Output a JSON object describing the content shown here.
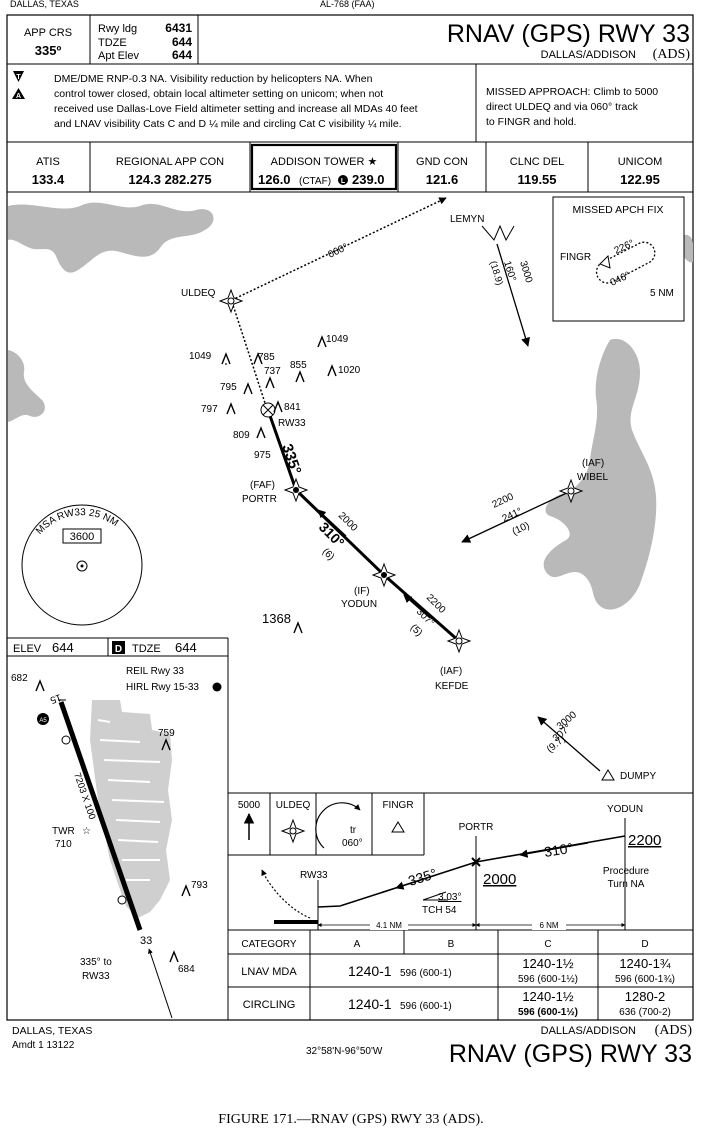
{
  "top": {
    "location": "DALLAS, TEXAS",
    "identifier": "AL-768 (FAA)"
  },
  "header": {
    "app_crs_label": "APP CRS",
    "app_crs_value": "335º",
    "rwy_ldg_label": "Rwy ldg",
    "rwy_ldg_value": "6431",
    "tdze_label": "TDZE",
    "tdze_value": "644",
    "apt_elev_label": "Apt Elev",
    "apt_elev_value": "644",
    "title": "RNAV (GPS) RWY 33",
    "subtitle_city": "DALLAS/ADDISON",
    "subtitle_ident": "(ADS)"
  },
  "notes": {
    "lines": [
      "DME/DME RNP-0.3 NA.  Visibility reduction by helicopters NA.  When",
      "control tower closed, obtain local altimeter setting on unicom; when not",
      "received use Dallas-Love Field altimeter setting and increase all MDAs 40 feet",
      "and LNAV visibility Cats C and D  ¼  mile and circling Cat C visibility  ¼  mile."
    ],
    "missed_approach": [
      "MISSED APPROACH:  Climb to 5000",
      "direct ULDEQ and via 060° track",
      "to FINGR and hold."
    ]
  },
  "comms": [
    {
      "label": "ATIS",
      "freq": "133.4"
    },
    {
      "label": "REGIONAL APP CON",
      "freq": "124.3  282.275"
    },
    {
      "label": "ADDISON TOWER ★",
      "freq": "126.0",
      "ctaf": "(CTAF)",
      "freq2": "239.0"
    },
    {
      "label": "GND CON",
      "freq": "121.6"
    },
    {
      "label": "CLNC DEL",
      "freq": "119.55"
    },
    {
      "label": "UNICOM",
      "freq": "122.95"
    }
  ],
  "planview": {
    "missed_apch_fix_title": "MISSED APCH FIX",
    "fingr": "FINGR",
    "hold_in": "226°",
    "hold_out": "046°",
    "hold_leg": "5 NM",
    "lemyn": "LEMYN",
    "lemyn_course": "160°",
    "lemyn_alt": "3000",
    "lemyn_dist": "(18.9)",
    "uldeq": "ULDEQ",
    "track_060": "060°",
    "wibel_iaf": "(IAF)",
    "wibel": "WIBEL",
    "wibel_alt": "2200",
    "wibel_course": "241°",
    "wibel_dist": "(10)",
    "portr_faf": "(FAF)",
    "portr": "PORTR",
    "yodun_if": "(IF)",
    "yodun": "YODUN",
    "kefde_iaf": "(IAF)",
    "kefde": "KEFDE",
    "seg_alt_2000": "2000",
    "seg_course_310": "310°",
    "seg_dist_6": "(6)",
    "seg_alt_2200": "2200",
    "seg_course_307": "307°",
    "seg_dist_5": "(5)",
    "dumpy": "DUMPY",
    "dumpy_alt": "3000",
    "dumpy_course": "307°",
    "dumpy_dist": "(9.7)",
    "rw33": "RW33",
    "final_course": "335°",
    "msa_label": "MSA RW33 25 NM",
    "msa_alt": "3600",
    "obstacles": [
      "1049",
      "785",
      "855",
      "1049",
      "737",
      "1020",
      "795",
      "797",
      "841",
      "809",
      "975",
      "1368"
    ]
  },
  "airport": {
    "elev_label": "ELEV",
    "elev_value": "644",
    "d_box": "D",
    "tdze_label": "TDZE",
    "tdze_value": "644",
    "reil": "REIL Rwy 33",
    "hirl": "HIRL Rwy 15-33",
    "obs_682": "682",
    "obs_759": "759",
    "obs_793": "793",
    "obs_684": "684",
    "twr_label": "TWR",
    "twr_elev": "710",
    "runway_dims": "7203 X 100",
    "rwy_15": "15",
    "rwy_33": "33",
    "inbound_note_1": "335° to",
    "inbound_note_2": "RW33"
  },
  "profile": {
    "box_5000": "5000",
    "box_uldeq": "ULDEQ",
    "box_tr": "tr",
    "box_060": "060°",
    "box_fingr": "FINGR",
    "portr": "PORTR",
    "yodun": "YODUN",
    "alt_2200": "2200",
    "alt_2000": "2000",
    "course_310": "310°",
    "course_335": "335°",
    "rw33": "RW33",
    "gpa": "3.03°",
    "tch": "TCH 54",
    "procedure_turn_1": "Procedure",
    "procedure_turn_2": "Turn NA",
    "dist_4_1": "4.1 NM",
    "dist_6": "6 NM"
  },
  "minimums": {
    "header": [
      "CATEGORY",
      "A",
      "B",
      "C",
      "D"
    ],
    "lnav_label": "LNAV  MDA",
    "lnav_ab": "1240-1",
    "lnav_ab_sub": "596 (600-1)",
    "lnav_c": "1240-1½",
    "lnav_c_sub": "596 (600-1½)",
    "lnav_d": "1240-1¾",
    "lnav_d_sub": "596 (600-1¾)",
    "circ_label": "CIRCLING",
    "circ_ab": "1240-1",
    "circ_ab_sub": "596 (600-1)",
    "circ_c": "1240-1½",
    "circ_c_sub": "596 (600-1½)",
    "circ_d": "1280-2",
    "circ_d_sub": "636 (700-2)"
  },
  "footer": {
    "location": "DALLAS, TEXAS",
    "amdt": "Amdt 1  13122",
    "coords": "32°58'N-96°50'W",
    "city": "DALLAS/ADDISON",
    "ident": "(ADS)",
    "title": "RNAV (GPS) RWY 33"
  },
  "caption": "FIGURE 171.—RNAV (GPS) RWY 33 (ADS).",
  "colors": {
    "water": "#b9b9b9",
    "urban": "#cfcfcf",
    "line": "#000000"
  }
}
